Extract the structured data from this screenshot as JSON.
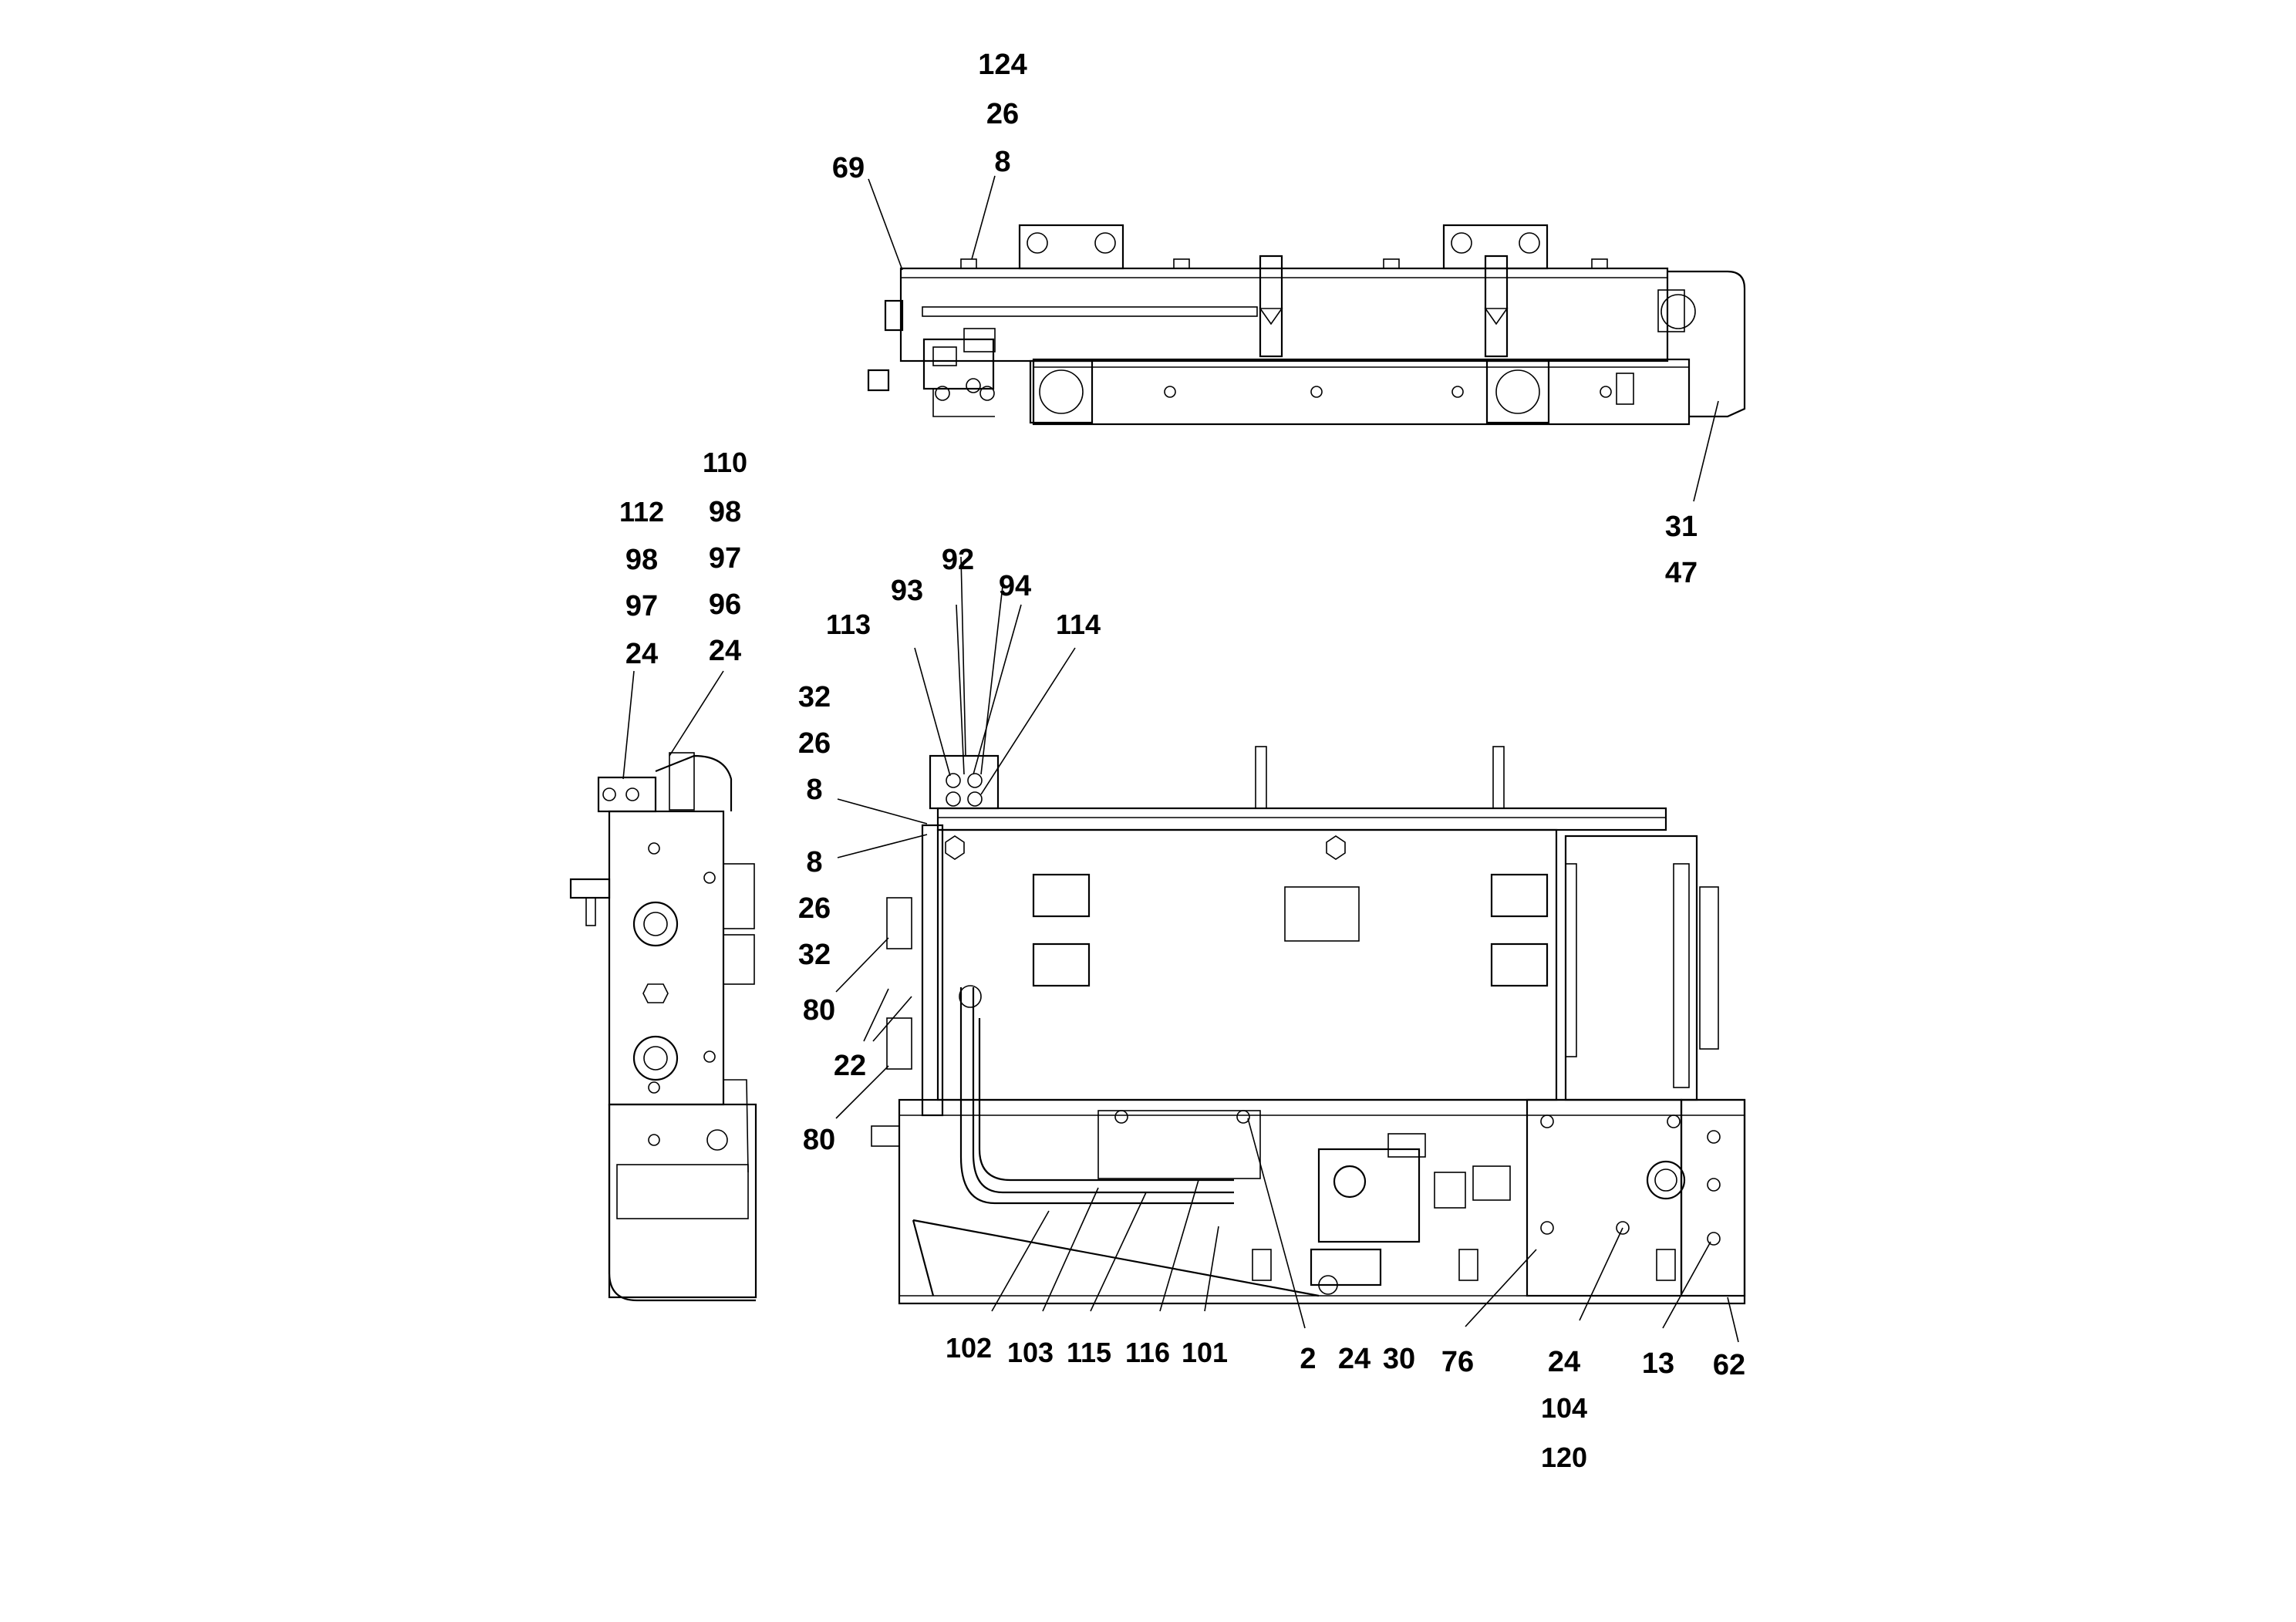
{
  "labels": {
    "l_124": "124",
    "l_26_top": "26",
    "l_8_top": "8",
    "l_69": "69",
    "l_31": "31",
    "l_47": "47",
    "l_110": "110",
    "l_112": "112",
    "l_98_a": "98",
    "l_98_b": "98",
    "l_97_a": "97",
    "l_97_b": "97",
    "l_96": "96",
    "l_24_a": "24",
    "l_24_b": "24",
    "l_92": "92",
    "l_93": "93",
    "l_94": "94",
    "l_113": "113",
    "l_114": "114",
    "l_32_a": "32",
    "l_26_a": "26",
    "l_8_a": "8",
    "l_8_b": "8",
    "l_26_b": "26",
    "l_32_b": "32",
    "l_80_a": "80",
    "l_22": "22",
    "l_80_b": "80",
    "l_102": "102",
    "l_103": "103",
    "l_115": "115",
    "l_116": "116",
    "l_101": "101",
    "l_2": "2",
    "l_24_c": "24",
    "l_30": "30",
    "l_76": "76",
    "l_24_d": "24",
    "l_104": "104",
    "l_120": "120",
    "l_13": "13",
    "l_62": "62"
  }
}
